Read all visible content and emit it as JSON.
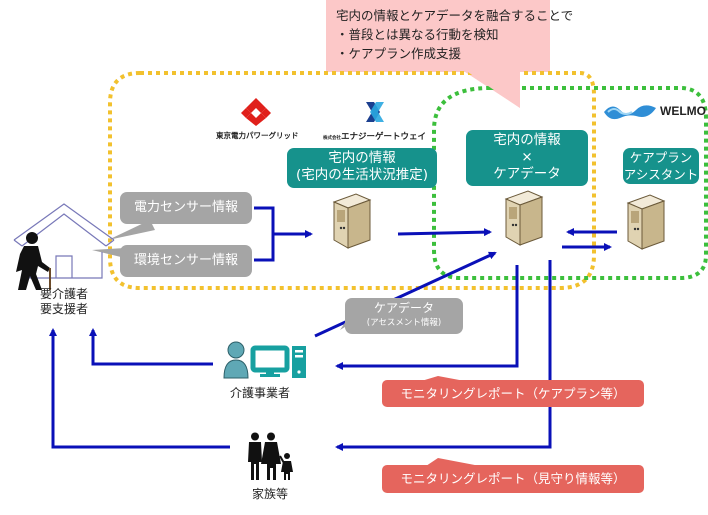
{
  "callout": {
    "line1": "宅内の情報とケアデータを融合することで",
    "line2": "・普段とは異なる行動を検知",
    "line3": "・ケアプラン作成支援"
  },
  "logos": {
    "tepco": "東京電力パワーグリッド",
    "energy_gateway": "エナジーゲートウェイ",
    "energy_gateway_prefix": "株式会社",
    "welmo": "WELMO"
  },
  "boxes": {
    "home_info_line1": "宅内の情報",
    "home_info_line2": "(宅内の生活状況推定)",
    "fusion_line1": "宅内の情報",
    "fusion_line2": "×",
    "fusion_line3": "ケアデータ",
    "assistant_line1": "ケアプラン",
    "assistant_line2": "アシスタント",
    "power_sensor": "電力センサー情報",
    "env_sensor": "環境センサー情報",
    "care_data_line1": "ケアデータ",
    "care_data_line2": "(アセスメント情報)",
    "report_careplan": "モニタリングレポート（ケアプラン等）",
    "report_watch": "モニタリングレポート（見守り情報等）"
  },
  "actors": {
    "care_recipient_line1": "要介護者",
    "care_recipient_line2": "要支援者",
    "care_provider": "介護事業者",
    "family": "家族等"
  },
  "colors": {
    "teal": "#16928c",
    "gray": "#a5a5a5",
    "red": "#e5655d",
    "callout": "#fcc8c8",
    "arrow": "#0a10b8",
    "yellow_border": "#f2c12e",
    "green_border": "#3cbf3c"
  }
}
